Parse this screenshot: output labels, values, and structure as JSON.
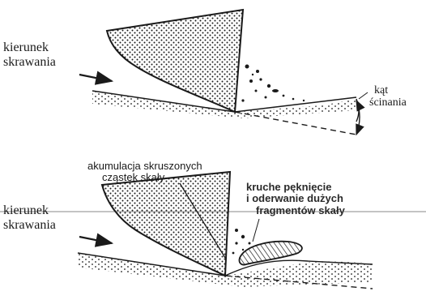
{
  "top_figure": {
    "cutting_direction_line1": "kierunek",
    "cutting_direction_line2": "skrawania",
    "shear_angle_line1": "kąt",
    "shear_angle_line2": "ścinania"
  },
  "bottom_figure": {
    "cutting_direction_line1": "kierunek",
    "cutting_direction_line2": "skrawania",
    "accumulation_line1": "akumulacja skruszonych",
    "accumulation_line2": "cząstek skały",
    "fracture_line1": "kruche pęknięcie",
    "fracture_line2": "i oderwanie dużych",
    "fracture_line3": "fragmentów skały"
  },
  "colors": {
    "ink": "#1a1a1a",
    "background": "#ffffff",
    "separator": "#8a8a8a"
  }
}
